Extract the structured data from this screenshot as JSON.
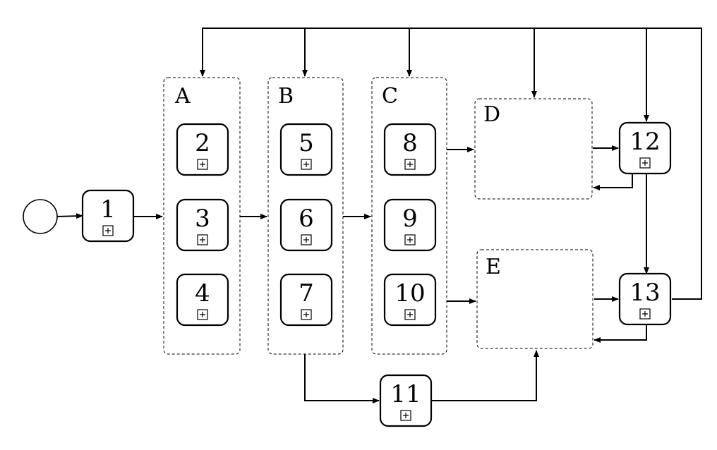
{
  "diagram": {
    "start_event": {
      "name": "start-event"
    },
    "tasks": [
      {
        "id": "1",
        "label": "1"
      },
      {
        "id": "2",
        "label": "2"
      },
      {
        "id": "3",
        "label": "3"
      },
      {
        "id": "4",
        "label": "4"
      },
      {
        "id": "5",
        "label": "5"
      },
      {
        "id": "6",
        "label": "6"
      },
      {
        "id": "7",
        "label": "7"
      },
      {
        "id": "8",
        "label": "8"
      },
      {
        "id": "9",
        "label": "9"
      },
      {
        "id": "10",
        "label": "10"
      },
      {
        "id": "11",
        "label": "11"
      },
      {
        "id": "12",
        "label": "12"
      },
      {
        "id": "13",
        "label": "13"
      }
    ],
    "groups": [
      {
        "id": "A",
        "label": "A"
      },
      {
        "id": "B",
        "label": "B"
      },
      {
        "id": "C",
        "label": "C"
      },
      {
        "id": "D",
        "label": "D"
      },
      {
        "id": "E",
        "label": "E"
      }
    ],
    "edges": [
      {
        "from": "start",
        "to": "1"
      },
      {
        "from": "1",
        "to": "A"
      },
      {
        "from": "A",
        "to": "B"
      },
      {
        "from": "B",
        "to": "C"
      },
      {
        "from": "8",
        "to": "D"
      },
      {
        "from": "10",
        "to": "E"
      },
      {
        "from": "D",
        "to": "12"
      },
      {
        "from": "12",
        "to": "D"
      },
      {
        "from": "12",
        "to": "13"
      },
      {
        "from": "E",
        "to": "13"
      },
      {
        "from": "13",
        "to": "E"
      },
      {
        "from": "B",
        "to": "11"
      },
      {
        "from": "11",
        "to": "E"
      },
      {
        "from": "13",
        "to": "A"
      },
      {
        "from": "13",
        "to": "B"
      },
      {
        "from": "13",
        "to": "C"
      },
      {
        "from": "13",
        "to": "D"
      },
      {
        "from": "13",
        "to": "12"
      }
    ],
    "subprocess_marker": "⊞"
  }
}
